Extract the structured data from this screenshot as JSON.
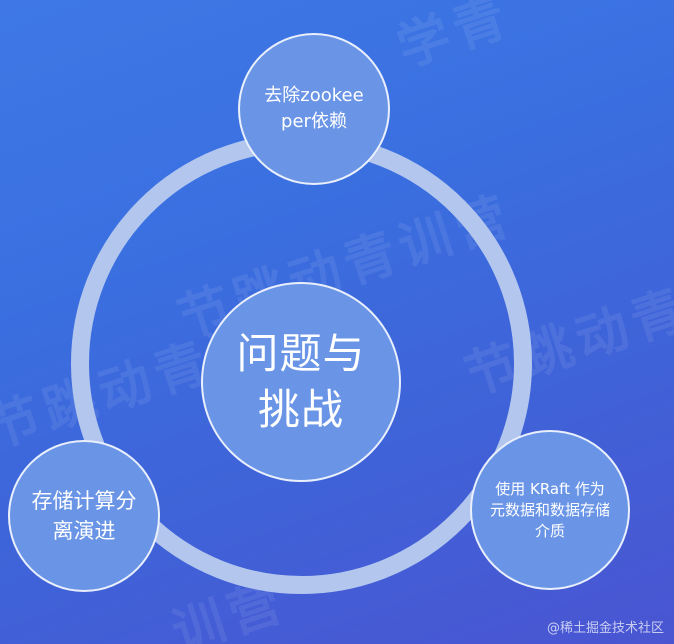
{
  "diagram": {
    "center": {
      "label": "问题与挑战"
    },
    "nodes": {
      "top": {
        "label": "去除zookeeper依赖"
      },
      "left": {
        "label": "存储计算分离演进"
      },
      "right": {
        "label": "使用 KRaft 作为元数据和数据存储介质"
      }
    }
  },
  "watermark": {
    "text_1": "节跳动青训营",
    "text_2": "节跳动青",
    "text_3": "节跳动青训营",
    "text_4": "学青",
    "text_5": "训营"
  },
  "credit": "@稀土掘金技术社区",
  "colors": {
    "background_top": "#3f78e6",
    "background_bottom": "#4a55d2",
    "ring": "#b3c6ee",
    "node_fill": "#6a95e6",
    "node_border": "#ffffff",
    "text": "#ffffff"
  }
}
